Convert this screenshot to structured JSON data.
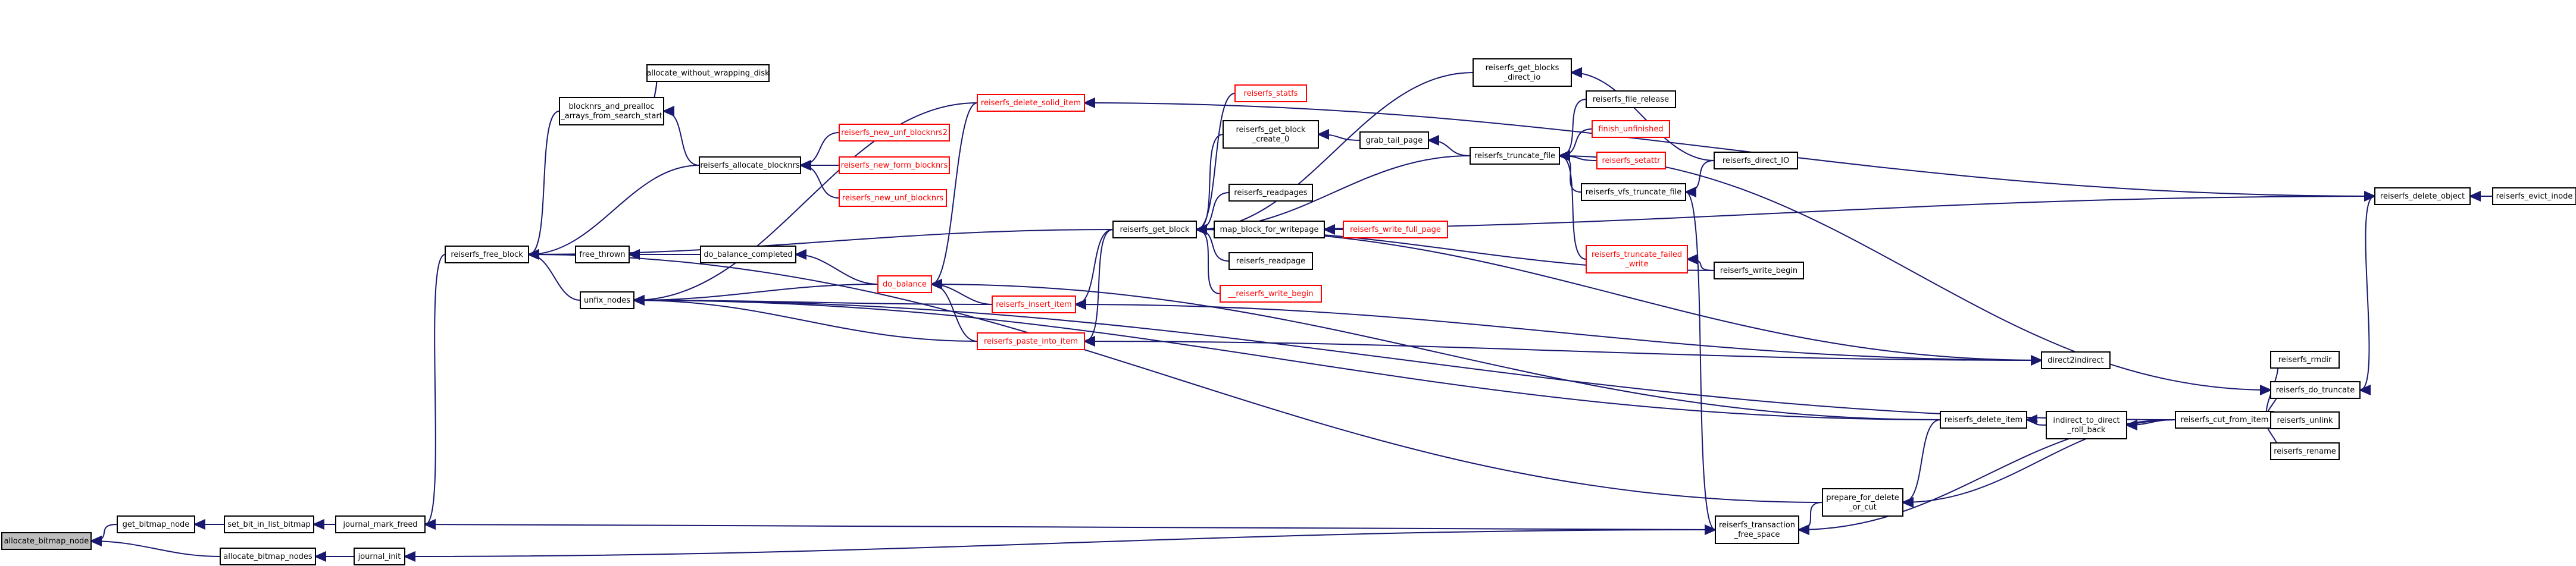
{
  "diagram": {
    "nodes": [
      {
        "id": "allocate_bitmap_node",
        "lines": [
          "allocate_bitmap_node"
        ],
        "color": "root"
      },
      {
        "id": "get_bitmap_node",
        "lines": [
          "get_bitmap_node"
        ],
        "color": "black"
      },
      {
        "id": "allocate_bitmap_nodes",
        "lines": [
          "allocate_bitmap_nodes"
        ],
        "color": "black"
      },
      {
        "id": "set_bit_in_list_bitmap",
        "lines": [
          "set_bit_in_list_bitmap"
        ],
        "color": "black"
      },
      {
        "id": "journal_mark_freed",
        "lines": [
          "journal_mark_freed"
        ],
        "color": "black"
      },
      {
        "id": "journal_init",
        "lines": [
          "journal_init"
        ],
        "color": "black"
      },
      {
        "id": "reiserfs_free_block",
        "lines": [
          "reiserfs_free_block"
        ],
        "color": "black"
      },
      {
        "id": "reiserfs_transaction_free_space",
        "lines": [
          "reiserfs_transaction",
          "_free_space"
        ],
        "color": "black"
      },
      {
        "id": "blocknrs_and_prealloc",
        "lines": [
          "blocknrs_and_prealloc",
          "_arrays_from_search_start"
        ],
        "color": "black"
      },
      {
        "id": "reiserfs_allocate_blocknrs",
        "lines": [
          "reiserfs_allocate_blocknrs"
        ],
        "color": "black"
      },
      {
        "id": "free_thrown",
        "lines": [
          "free_thrown"
        ],
        "color": "black"
      },
      {
        "id": "unfix_nodes",
        "lines": [
          "unfix_nodes"
        ],
        "color": "black"
      },
      {
        "id": "allocate_without_wrapping_disk",
        "lines": [
          "allocate_without_wrapping_disk"
        ],
        "color": "black"
      },
      {
        "id": "reiserfs_new_unf_blocknrs2",
        "lines": [
          "reiserfs_new_unf_blocknrs2"
        ],
        "color": "red"
      },
      {
        "id": "reiserfs_new_form_blocknrs",
        "lines": [
          "reiserfs_new_form_blocknrs"
        ],
        "color": "red"
      },
      {
        "id": "reiserfs_new_unf_blocknrs",
        "lines": [
          "reiserfs_new_unf_blocknrs"
        ],
        "color": "red"
      },
      {
        "id": "do_balance_completed",
        "lines": [
          "do_balance_completed"
        ],
        "color": "black"
      },
      {
        "id": "do_balance",
        "lines": [
          "do_balance"
        ],
        "color": "red"
      },
      {
        "id": "reiserfs_delete_solid_item",
        "lines": [
          "reiserfs_delete_solid_item"
        ],
        "color": "red"
      },
      {
        "id": "reiserfs_insert_item",
        "lines": [
          "reiserfs_insert_item"
        ],
        "color": "red"
      },
      {
        "id": "reiserfs_paste_into_item",
        "lines": [
          "reiserfs_paste_into_item"
        ],
        "color": "red"
      },
      {
        "id": "reiserfs_get_block",
        "lines": [
          "reiserfs_get_block"
        ],
        "color": "black"
      },
      {
        "id": "reiserfs_statfs",
        "lines": [
          "reiserfs_statfs"
        ],
        "color": "red"
      },
      {
        "id": "reiserfs_get_block_create_0",
        "lines": [
          "reiserfs_get_block",
          "_create_0"
        ],
        "color": "black"
      },
      {
        "id": "reiserfs_readpages",
        "lines": [
          "reiserfs_readpages"
        ],
        "color": "black"
      },
      {
        "id": "map_block_for_writepage",
        "lines": [
          "map_block_for_writepage"
        ],
        "color": "black"
      },
      {
        "id": "reiserfs_readpage",
        "lines": [
          "reiserfs_readpage"
        ],
        "color": "black"
      },
      {
        "id": "__reiserfs_write_begin",
        "lines": [
          "__reiserfs_write_begin"
        ],
        "color": "red"
      },
      {
        "id": "reiserfs_get_blocks_direct_io",
        "lines": [
          "reiserfs_get_blocks",
          "_direct_io"
        ],
        "color": "black"
      },
      {
        "id": "grab_tail_page",
        "lines": [
          "grab_tail_page"
        ],
        "color": "black"
      },
      {
        "id": "reiserfs_write_full_page",
        "lines": [
          "reiserfs_write_full_page"
        ],
        "color": "red"
      },
      {
        "id": "reiserfs_truncate_file",
        "lines": [
          "reiserfs_truncate_file"
        ],
        "color": "black"
      },
      {
        "id": "reiserfs_file_release",
        "lines": [
          "reiserfs_file_release"
        ],
        "color": "black"
      },
      {
        "id": "finish_unfinished",
        "lines": [
          "finish_unfinished"
        ],
        "color": "red"
      },
      {
        "id": "reiserfs_setattr",
        "lines": [
          "reiserfs_setattr"
        ],
        "color": "red"
      },
      {
        "id": "reiserfs_vfs_truncate_file",
        "lines": [
          "reiserfs_vfs_truncate_file"
        ],
        "color": "black"
      },
      {
        "id": "reiserfs_truncate_failed_write",
        "lines": [
          "reiserfs_truncate_failed",
          "_write"
        ],
        "color": "red"
      },
      {
        "id": "reiserfs_direct_IO",
        "lines": [
          "reiserfs_direct_IO"
        ],
        "color": "black"
      },
      {
        "id": "reiserfs_write_begin",
        "lines": [
          "reiserfs_write_begin"
        ],
        "color": "black"
      },
      {
        "id": "direct2indirect",
        "lines": [
          "direct2indirect"
        ],
        "color": "black"
      },
      {
        "id": "reiserfs_delete_item",
        "lines": [
          "reiserfs_delete_item"
        ],
        "color": "black"
      },
      {
        "id": "indirect_to_direct_roll_back",
        "lines": [
          "indirect_to_direct",
          "_roll_back"
        ],
        "color": "black"
      },
      {
        "id": "prepare_for_delete_or_cut",
        "lines": [
          "prepare_for_delete",
          "_or_cut"
        ],
        "color": "black"
      },
      {
        "id": "reiserfs_cut_from_item",
        "lines": [
          "reiserfs_cut_from_item"
        ],
        "color": "black"
      },
      {
        "id": "reiserfs_rmdir",
        "lines": [
          "reiserfs_rmdir"
        ],
        "color": "black"
      },
      {
        "id": "reiserfs_do_truncate",
        "lines": [
          "reiserfs_do_truncate"
        ],
        "color": "black"
      },
      {
        "id": "reiserfs_unlink",
        "lines": [
          "reiserfs_unlink"
        ],
        "color": "black"
      },
      {
        "id": "reiserfs_rename",
        "lines": [
          "reiserfs_rename"
        ],
        "color": "black"
      },
      {
        "id": "reiserfs_delete_object",
        "lines": [
          "reiserfs_delete_object"
        ],
        "color": "black"
      },
      {
        "id": "reiserfs_evict_inode",
        "lines": [
          "reiserfs_evict_inode"
        ],
        "color": "black"
      }
    ],
    "edges": [
      [
        "get_bitmap_node",
        "allocate_bitmap_node"
      ],
      [
        "allocate_bitmap_nodes",
        "allocate_bitmap_node"
      ],
      [
        "set_bit_in_list_bitmap",
        "get_bitmap_node"
      ],
      [
        "journal_init",
        "allocate_bitmap_nodes"
      ],
      [
        "journal_mark_freed",
        "set_bit_in_list_bitmap"
      ],
      [
        "reiserfs_free_block",
        "journal_mark_freed"
      ],
      [
        "reiserfs_transaction_free_space",
        "journal_mark_freed"
      ],
      [
        "reiserfs_transaction_free_space",
        "journal_init"
      ],
      [
        "blocknrs_and_prealloc",
        "reiserfs_free_block"
      ],
      [
        "reiserfs_allocate_blocknrs",
        "reiserfs_free_block"
      ],
      [
        "free_thrown",
        "reiserfs_free_block"
      ],
      [
        "unfix_nodes",
        "reiserfs_free_block"
      ],
      [
        "reiserfs_get_block",
        "reiserfs_free_block"
      ],
      [
        "prepare_for_delete_or_cut",
        "reiserfs_free_block"
      ],
      [
        "allocate_without_wrapping_disk",
        "blocknrs_and_prealloc"
      ],
      [
        "reiserfs_allocate_blocknrs",
        "blocknrs_and_prealloc"
      ],
      [
        "blocknrs_and_prealloc",
        "allocate_without_wrapping_disk"
      ],
      [
        "reiserfs_new_unf_blocknrs2",
        "reiserfs_allocate_blocknrs"
      ],
      [
        "reiserfs_new_form_blocknrs",
        "reiserfs_allocate_blocknrs"
      ],
      [
        "reiserfs_new_unf_blocknrs",
        "reiserfs_allocate_blocknrs"
      ],
      [
        "do_balance_completed",
        "free_thrown"
      ],
      [
        "do_balance",
        "do_balance_completed"
      ],
      [
        "do_balance",
        "unfix_nodes"
      ],
      [
        "reiserfs_insert_item",
        "unfix_nodes"
      ],
      [
        "reiserfs_paste_into_item",
        "unfix_nodes"
      ],
      [
        "reiserfs_delete_solid_item",
        "unfix_nodes"
      ],
      [
        "reiserfs_delete_item",
        "unfix_nodes"
      ],
      [
        "reiserfs_cut_from_item",
        "unfix_nodes"
      ],
      [
        "reiserfs_insert_item",
        "do_balance"
      ],
      [
        "reiserfs_paste_into_item",
        "do_balance"
      ],
      [
        "reiserfs_delete_item",
        "do_balance"
      ],
      [
        "reiserfs_delete_solid_item",
        "do_balance"
      ],
      [
        "reiserfs_get_block",
        "reiserfs_insert_item"
      ],
      [
        "direct2indirect",
        "reiserfs_insert_item"
      ],
      [
        "reiserfs_get_block",
        "reiserfs_paste_into_item"
      ],
      [
        "direct2indirect",
        "reiserfs_paste_into_item"
      ],
      [
        "reiserfs_delete_object",
        "reiserfs_delete_solid_item"
      ],
      [
        "reiserfs_statfs",
        "reiserfs_get_block"
      ],
      [
        "reiserfs_get_block_create_0",
        "reiserfs_get_block"
      ],
      [
        "reiserfs_readpages",
        "reiserfs_get_block"
      ],
      [
        "map_block_for_writepage",
        "reiserfs_get_block"
      ],
      [
        "reiserfs_readpage",
        "reiserfs_get_block"
      ],
      [
        "__reiserfs_write_begin",
        "reiserfs_get_block"
      ],
      [
        "reiserfs_get_blocks_direct_io",
        "reiserfs_get_block"
      ],
      [
        "reiserfs_write_begin",
        "reiserfs_get_block"
      ],
      [
        "reiserfs_truncate_file",
        "reiserfs_get_block"
      ],
      [
        "grab_tail_page",
        "reiserfs_get_block_create_0"
      ],
      [
        "reiserfs_truncate_file",
        "grab_tail_page"
      ],
      [
        "reiserfs_write_full_page",
        "map_block_for_writepage"
      ],
      [
        "reiserfs_direct_IO",
        "reiserfs_get_blocks_direct_io"
      ],
      [
        "reiserfs_file_release",
        "reiserfs_truncate_file"
      ],
      [
        "finish_unfinished",
        "reiserfs_truncate_file"
      ],
      [
        "reiserfs_setattr",
        "reiserfs_truncate_file"
      ],
      [
        "reiserfs_vfs_truncate_file",
        "reiserfs_truncate_file"
      ],
      [
        "reiserfs_truncate_failed_write",
        "reiserfs_truncate_file"
      ],
      [
        "reiserfs_direct_IO",
        "reiserfs_vfs_truncate_file"
      ],
      [
        "reiserfs_write_begin",
        "reiserfs_truncate_failed_write"
      ],
      [
        "indirect_to_direct_roll_back",
        "reiserfs_delete_item"
      ],
      [
        "reiserfs_cut_from_item",
        "indirect_to_direct_roll_back"
      ],
      [
        "reiserfs_delete_item",
        "prepare_for_delete_or_cut"
      ],
      [
        "reiserfs_cut_from_item",
        "prepare_for_delete_or_cut"
      ],
      [
        "reiserfs_rmdir",
        "reiserfs_cut_from_item"
      ],
      [
        "reiserfs_do_truncate",
        "reiserfs_cut_from_item"
      ],
      [
        "reiserfs_unlink",
        "reiserfs_cut_from_item"
      ],
      [
        "reiserfs_rename",
        "reiserfs_cut_from_item"
      ],
      [
        "reiserfs_truncate_file",
        "reiserfs_do_truncate"
      ],
      [
        "reiserfs_delete_object",
        "reiserfs_do_truncate"
      ],
      [
        "reiserfs_evict_inode",
        "reiserfs_delete_object"
      ],
      [
        "reiserfs_vfs_truncate_file",
        "reiserfs_transaction_free_space"
      ],
      [
        "reiserfs_cut_from_item",
        "reiserfs_transaction_free_space"
      ],
      [
        "prepare_for_delete_or_cut",
        "reiserfs_transaction_free_space"
      ],
      [
        "reiserfs_get_block",
        "direct2indirect"
      ],
      [
        "reiserfs_get_block",
        "reiserfs_delete_object"
      ]
    ]
  }
}
